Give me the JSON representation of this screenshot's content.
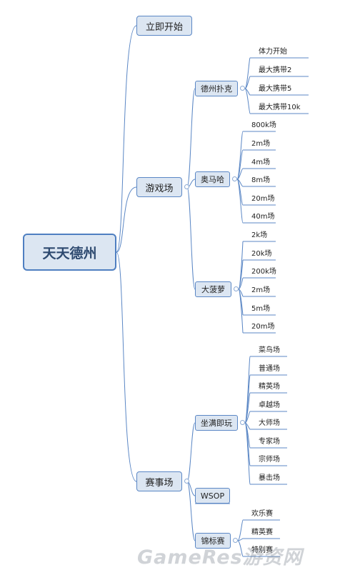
{
  "root": "天天德州",
  "branches": {
    "start": "立即开始",
    "games": "游戏场",
    "events": "赛事场"
  },
  "texas": {
    "label": "德州扑克",
    "items": [
      "体力开始",
      "最大携带2",
      "最大携带5",
      "最大携带10k"
    ]
  },
  "omaha": {
    "label": "奥马哈",
    "items": [
      "800k场",
      "2m场",
      "4m场",
      "8m场",
      "20m场",
      "40m场"
    ]
  },
  "pineapple": {
    "label": "大菠萝",
    "items": [
      "2k场",
      "20k场",
      "200k场",
      "2m场",
      "5m场",
      "20m场"
    ]
  },
  "sitgo": {
    "label": "坐满即玩",
    "items": [
      "菜鸟场",
      "普通场",
      "精英场",
      "卓越场",
      "大师场",
      "专家场",
      "宗师场",
      "暴击场"
    ]
  },
  "wsop": {
    "label": "WSOP"
  },
  "tournament": {
    "label": "锦标赛",
    "items": [
      "欢乐赛",
      "精英赛",
      "特别赛"
    ]
  },
  "watermark": "GameRes游资网",
  "colors": {
    "line": "#5b87c5",
    "node_fill": "#dce6f2",
    "node_border": "#5b87c5"
  }
}
